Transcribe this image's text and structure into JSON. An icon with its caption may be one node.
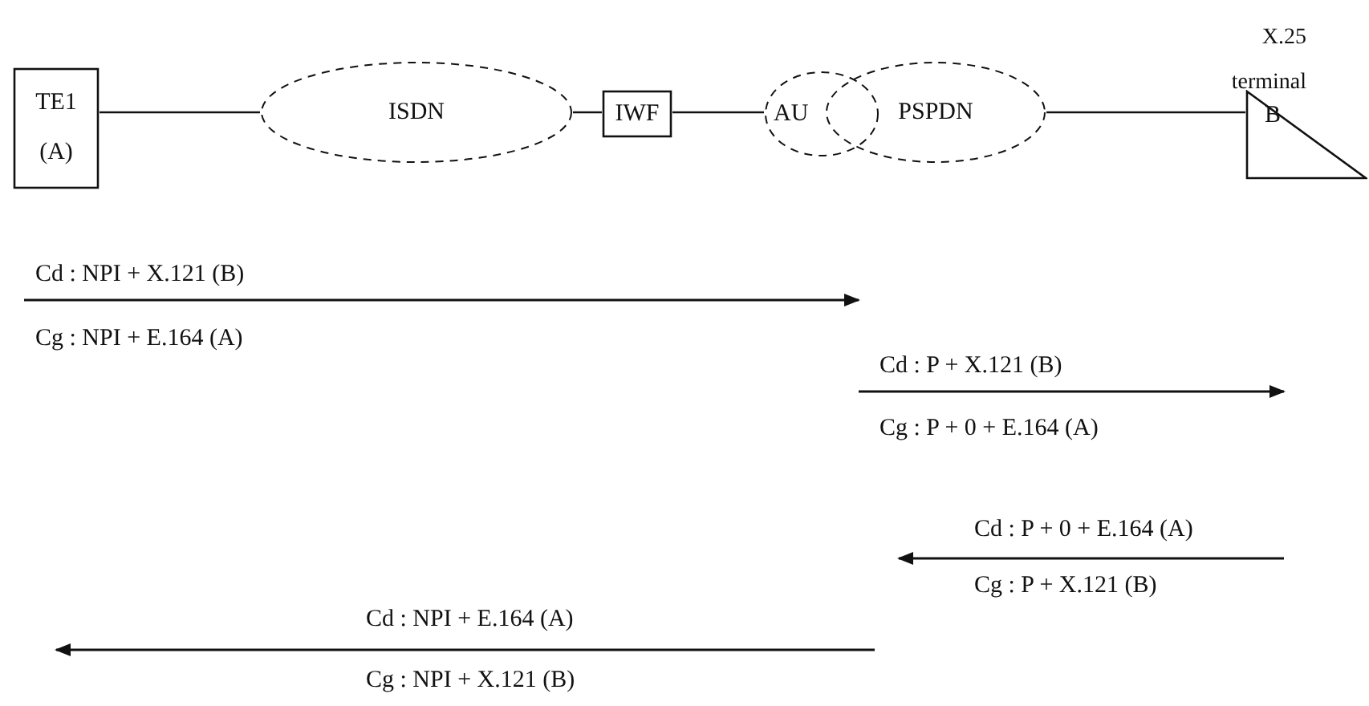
{
  "diagram": {
    "nodes": [
      {
        "text": [
          "TE1",
          "(A)"
        ]
      },
      {
        "text": [
          "ISDN"
        ]
      },
      {
        "text": [
          "IWF"
        ]
      },
      {
        "text": [
          "AU"
        ]
      },
      {
        "text": [
          "PSPDN"
        ]
      },
      {
        "text": [
          "B"
        ],
        "beside": [
          "X.25 terminal"
        ]
      }
    ],
    "edges": [
      {
        "from": 0,
        "to": 1,
        "arrow": "none"
      },
      {
        "from": 1,
        "to": 2,
        "arrow": "none"
      },
      {
        "from": 2,
        "to": 3,
        "arrow": "none"
      },
      {
        "from": 4,
        "to": 5,
        "arrow": "none"
      }
    ],
    "labels": [
      "Cd : NPI + X.121 (B)",
      "Cg : NPI + E.164 (A)",
      "Cd : P + X.121 (B)",
      "Cg : P + 0 + E.164 (A)",
      "Cd : P + 0 + E.164 (A)",
      "Cg : P + X.121 (B)",
      "Cd : NPI + E.164 (A)",
      "Cg : NPI + X.121 (B)"
    ]
  }
}
